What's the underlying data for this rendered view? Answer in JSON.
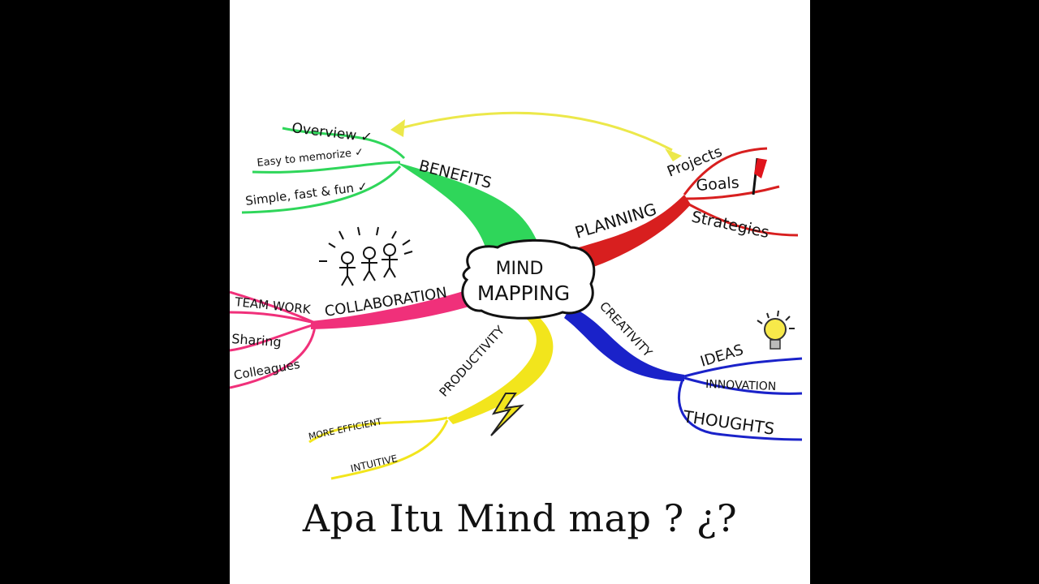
{
  "colors": {
    "benefits": "#2fd65a",
    "planning": "#d81f1f",
    "collaboration": "#f0307a",
    "productivity": "#f2e51c",
    "creativity": "#1a22c9",
    "arrow": "#ece84a"
  },
  "center": {
    "line1": "MIND",
    "line2": "MAPPING"
  },
  "branches": {
    "benefits": {
      "label": "BENEFITS",
      "items": [
        "Overview ✓",
        "Easy to memorize ✓",
        "Simple, fast & fun ✓"
      ]
    },
    "planning": {
      "label": "PLANNING",
      "items": [
        "Projects",
        "Goals",
        "Strategies"
      ]
    },
    "collaboration": {
      "label": "COLLABORATION",
      "items": [
        "TEAM WORK",
        "Sharing",
        "Colleagues"
      ]
    },
    "productivity": {
      "label": "PRODUCTIVITY",
      "items": [
        "MORE EFFICIENT",
        "INTUITIVE"
      ]
    },
    "creativity": {
      "label": "CREATIVITY",
      "items": [
        "IDEAS",
        "INNOVATION",
        "THOUGHTS"
      ]
    }
  },
  "icons": [
    "flag-icon",
    "lightbulb-icon",
    "lightning-icon",
    "team-icon"
  ],
  "caption": "Apa Itu Mind map ? ¿?"
}
